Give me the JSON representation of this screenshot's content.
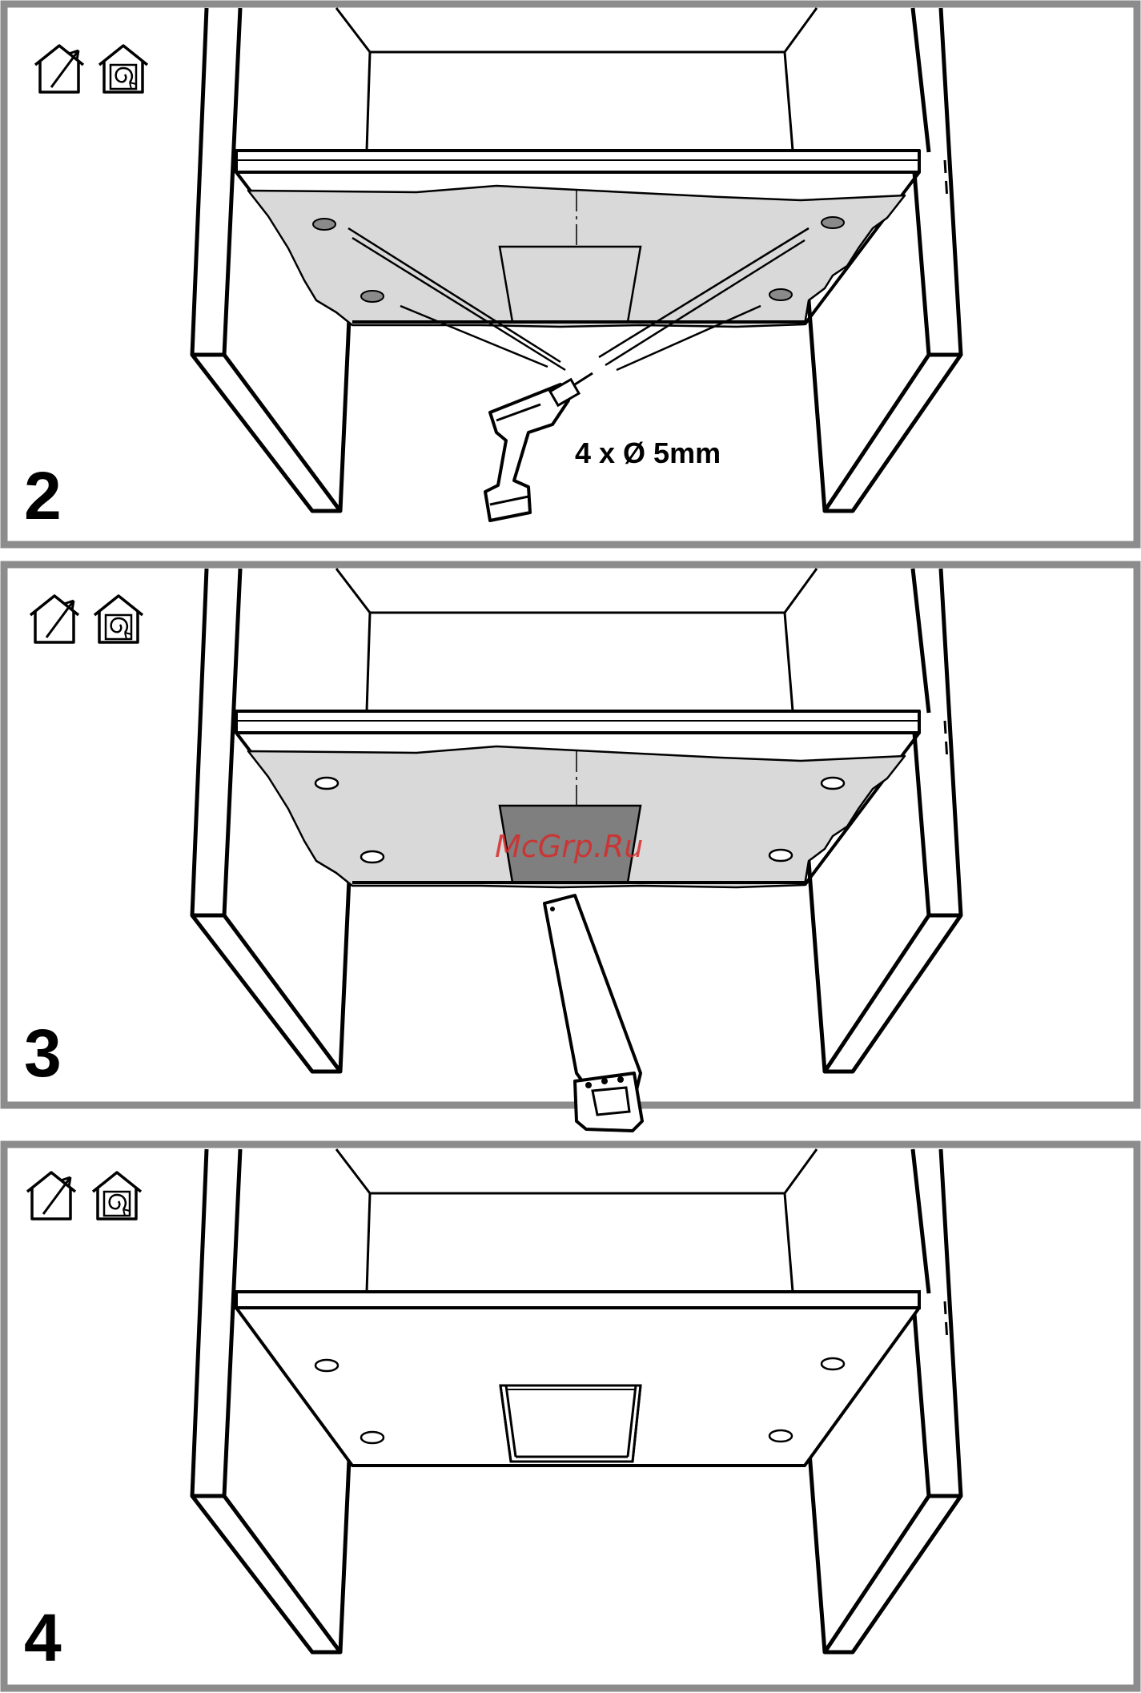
{
  "steps": [
    {
      "number": "2",
      "label": "4 x Ø 5mm"
    },
    {
      "number": "3"
    },
    {
      "number": "4"
    }
  ],
  "watermark": "McGrp.Ru",
  "icons": [
    "exhaust-mode-icon",
    "recirculation-mode-icon"
  ],
  "colors": {
    "frame": "#8c8c8c",
    "template_fill": "#d9d9d9",
    "cutout_fill": "#7f7f7f",
    "line": "#000000",
    "watermark": "#d72a2a"
  }
}
